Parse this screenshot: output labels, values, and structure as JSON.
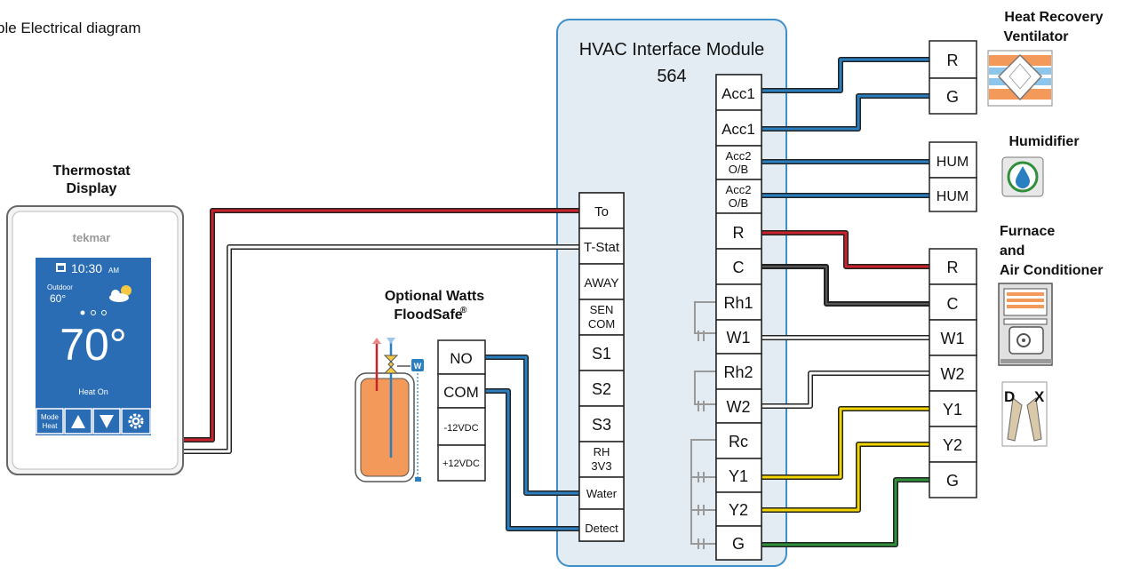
{
  "page_title": "ple Electrical diagram",
  "thermostat": {
    "title_line1": "Thermostat",
    "title_line2": "Display",
    "brand": "tekmar",
    "time": "10:30",
    "time_suffix": "AM",
    "outdoor_label": "Outdoor",
    "outdoor_temp": "60°",
    "setpoint": "70°",
    "status": "Heat On",
    "mode_line1": "Mode",
    "mode_line2": "Heat",
    "screen_color": "#2a6db5"
  },
  "floodsafe": {
    "title_line1": "Optional Watts",
    "title_line2": "FloodSafe",
    "title_mark": "®",
    "valve_badge": "W",
    "terminals": [
      "NO",
      "COM",
      "-12VDC",
      "+12VDC"
    ]
  },
  "module": {
    "title": "HVAC Interface Module",
    "model": "564",
    "left_terminals": [
      "To",
      "T-Stat",
      "AWAY",
      "SEN COM",
      "S1",
      "S2",
      "S3",
      "RH 3V3",
      "Water",
      "Detect"
    ],
    "right_terminals": [
      "Acc1",
      "Acc1",
      "Acc2 O/B",
      "Acc2 O/B",
      "R",
      "C",
      "Rh1",
      "W1",
      "Rh2",
      "W2",
      "Rc",
      "Y1",
      "Y2",
      "G"
    ],
    "panel_color": "#e3ecf3",
    "border_color": "#3f8fc9"
  },
  "hrv": {
    "title_line1": "Heat Recovery",
    "title_line2": "Ventilator",
    "terminals": [
      "R",
      "G"
    ]
  },
  "humidifier": {
    "title": "Humidifier",
    "terminals": [
      "HUM",
      "HUM"
    ]
  },
  "furnace": {
    "title_line1": "Furnace",
    "title_line2": "and",
    "title_line3": "Air Conditioner",
    "terminals": [
      "R",
      "C",
      "W1",
      "W2",
      "Y1",
      "Y2",
      "G"
    ],
    "dx_label_d": "D",
    "dx_label_x": "X"
  },
  "wire_colors": {
    "red": "#c8232c",
    "black": "#222222",
    "white": "#ffffff",
    "yellow": "#f2d400",
    "green": "#2f8f3a",
    "blue": "#2a7fc0"
  }
}
